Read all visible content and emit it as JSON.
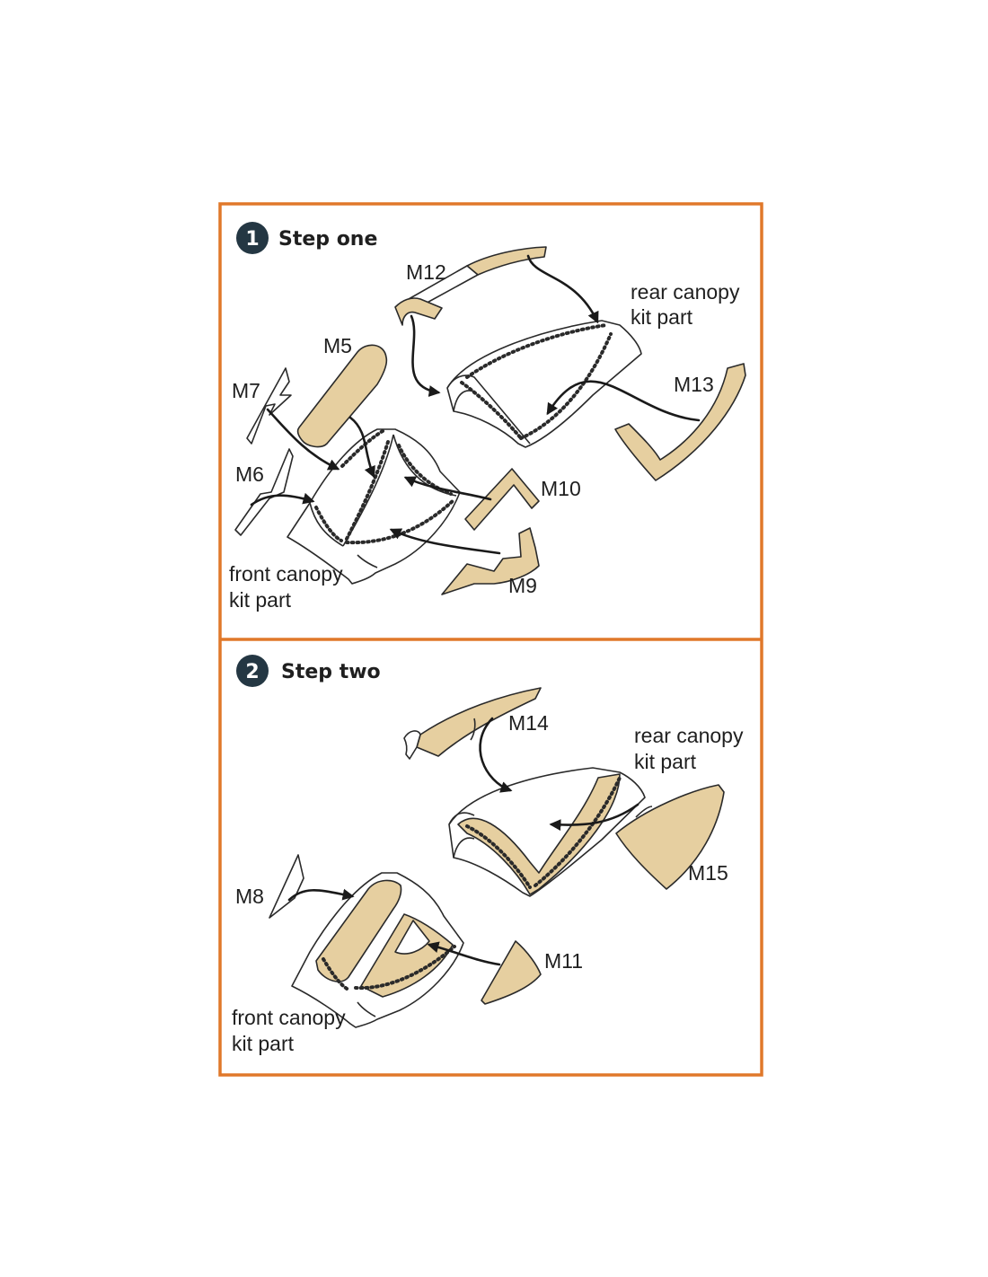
{
  "colors": {
    "frame": "#e0782a",
    "badge": "#243743",
    "tan_part": "#e6cfa0",
    "ink": "#1f1f1f"
  },
  "step1": {
    "number": "1",
    "title": "Step one",
    "labels": {
      "m12": "M12",
      "m5": "M5",
      "m7": "M7",
      "m6": "M6",
      "m13": "M13",
      "m10": "M10",
      "m9": "M9",
      "rear_canopy_line1": "rear canopy",
      "rear_canopy_line2": "kit part",
      "front_canopy_line1": "front canopy",
      "front_canopy_line2": "kit part"
    }
  },
  "step2": {
    "number": "2",
    "title": "Step two",
    "labels": {
      "m14": "M14",
      "m15": "M15",
      "m8": "M8",
      "m11": "M11",
      "rear_canopy_line1": "rear canopy",
      "rear_canopy_line2": "kit part",
      "front_canopy_line1": "front canopy",
      "front_canopy_line2": "kit part"
    }
  }
}
